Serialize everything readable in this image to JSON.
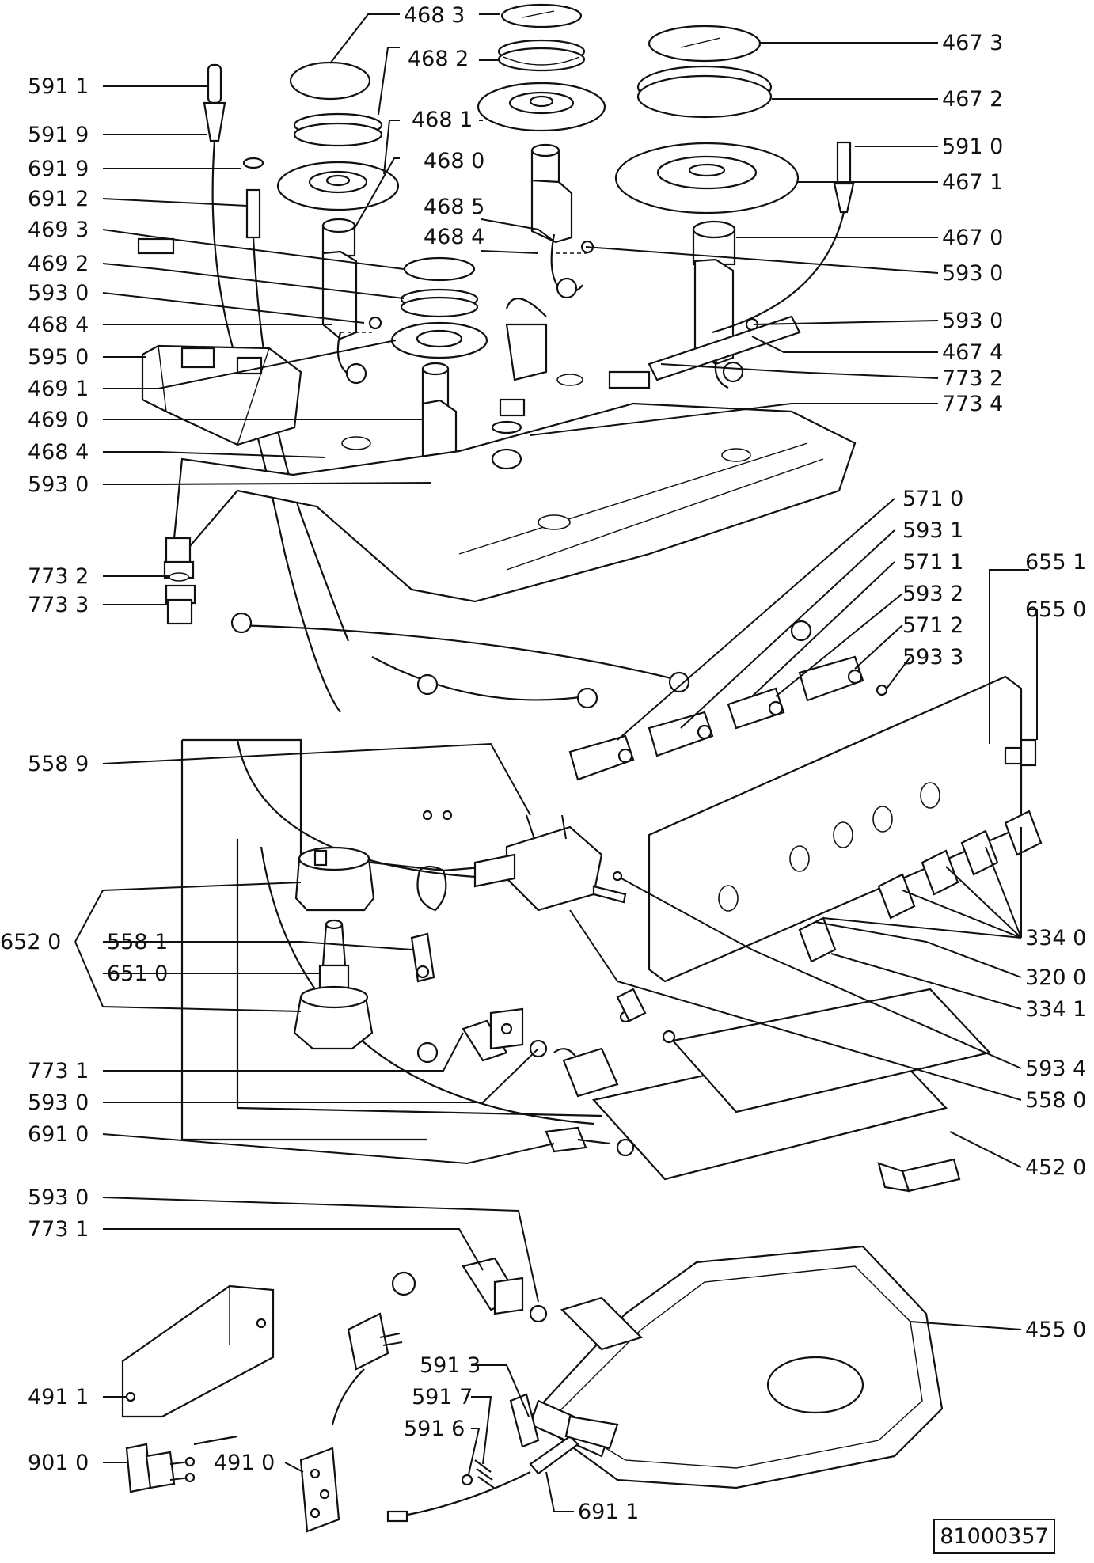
{
  "diagram": {
    "reference_code": "81000357",
    "callouts": [
      {
        "id": "c1",
        "text": "468 3"
      },
      {
        "id": "c2",
        "text": "468 2"
      },
      {
        "id": "c3",
        "text": "468 1"
      },
      {
        "id": "c4",
        "text": "468 0"
      },
      {
        "id": "c5",
        "text": "468 5"
      },
      {
        "id": "c6",
        "text": "468 4"
      },
      {
        "id": "c7",
        "text": "591 1"
      },
      {
        "id": "c8",
        "text": "591 9"
      },
      {
        "id": "c9",
        "text": "691 9"
      },
      {
        "id": "c10",
        "text": "691 2"
      },
      {
        "id": "c11",
        "text": "469 3"
      },
      {
        "id": "c12",
        "text": "469 2"
      },
      {
        "id": "c13",
        "text": "593 0"
      },
      {
        "id": "c14",
        "text": "468 4"
      },
      {
        "id": "c15",
        "text": "595 0"
      },
      {
        "id": "c16",
        "text": "469 1"
      },
      {
        "id": "c17",
        "text": "469 0"
      },
      {
        "id": "c18",
        "text": "468 4"
      },
      {
        "id": "c19",
        "text": "593 0"
      },
      {
        "id": "c20",
        "text": "467 3"
      },
      {
        "id": "c21",
        "text": "467 2"
      },
      {
        "id": "c22",
        "text": "591 0"
      },
      {
        "id": "c23",
        "text": "467 1"
      },
      {
        "id": "c24",
        "text": "467 0"
      },
      {
        "id": "c25",
        "text": "593 0"
      },
      {
        "id": "c26",
        "text": "593 0"
      },
      {
        "id": "c27",
        "text": "467 4"
      },
      {
        "id": "c28",
        "text": "773 2"
      },
      {
        "id": "c29",
        "text": "773 4"
      },
      {
        "id": "c30",
        "text": "571 0"
      },
      {
        "id": "c31",
        "text": "593 1"
      },
      {
        "id": "c32",
        "text": "571 1"
      },
      {
        "id": "c33",
        "text": "593 2"
      },
      {
        "id": "c34",
        "text": "571 2"
      },
      {
        "id": "c35",
        "text": "593 3"
      },
      {
        "id": "c36",
        "text": "655 1"
      },
      {
        "id": "c37",
        "text": "655 0"
      },
      {
        "id": "c38",
        "text": "773 2"
      },
      {
        "id": "c39",
        "text": "773 3"
      },
      {
        "id": "c40",
        "text": "558 9"
      },
      {
        "id": "c41",
        "text": "652 0"
      },
      {
        "id": "c42",
        "text": "558 1"
      },
      {
        "id": "c43",
        "text": "651 0"
      },
      {
        "id": "c44",
        "text": "334 0"
      },
      {
        "id": "c45",
        "text": "320 0"
      },
      {
        "id": "c46",
        "text": "334 1"
      },
      {
        "id": "c47",
        "text": "773 1"
      },
      {
        "id": "c48",
        "text": "593 0"
      },
      {
        "id": "c49",
        "text": "593 4"
      },
      {
        "id": "c50",
        "text": "558 0"
      },
      {
        "id": "c51",
        "text": "691 0"
      },
      {
        "id": "c52",
        "text": "452 0"
      },
      {
        "id": "c53",
        "text": "593 0"
      },
      {
        "id": "c54",
        "text": "773 1"
      },
      {
        "id": "c55",
        "text": "455 0"
      },
      {
        "id": "c56",
        "text": "491 1"
      },
      {
        "id": "c57",
        "text": "591 3"
      },
      {
        "id": "c58",
        "text": "591 7"
      },
      {
        "id": "c59",
        "text": "591 6"
      },
      {
        "id": "c60",
        "text": "901 0"
      },
      {
        "id": "c61",
        "text": "491 0"
      },
      {
        "id": "c62",
        "text": "691 1"
      }
    ]
  }
}
